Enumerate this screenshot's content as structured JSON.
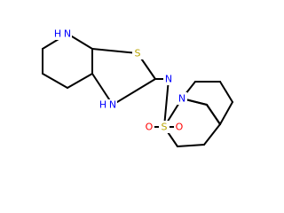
{
  "structure": {
    "atom_labels": {
      "n_piperidine": "N",
      "h_piperidine": "H",
      "s_thiazole": "S",
      "n_thiazole_h": "N",
      "h_thiazole": "H",
      "n_imine": "N",
      "s_sulfonyl": "S",
      "o_top": "O",
      "o_bottom": "O",
      "n_quinoline": "N"
    },
    "colors": {
      "bond": "#000000",
      "nitrogen": "#0000ff",
      "sulfur": "#b8a400",
      "oxygen": "#ff0000",
      "background": "#ffffff"
    }
  }
}
